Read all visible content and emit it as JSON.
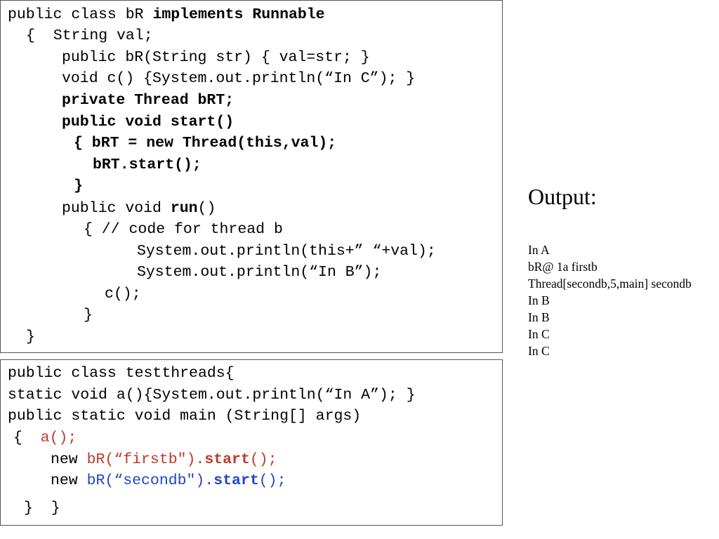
{
  "class_br": {
    "l1": {
      "a": "public class bR ",
      "b": "implements Runnable"
    },
    "l2": "{  String val;",
    "l3": "public bR(String str) { val=str; }",
    "l4": "void c() {System.out.println(“In C”); }",
    "l5": "private Thread bRT;",
    "l6": "public void start()",
    "l7": "{ bRT = new Thread(this,val);",
    "l8": "bRT.start();",
    "l9": "}",
    "l10": {
      "a": "public void ",
      "b": "run",
      "c": "()"
    },
    "l11": "{ // code for thread b",
    "l12": "System.out.println(this+” “+val);",
    "l13": "System.out.println(“In B”);",
    "l14": "c();",
    "l15": "}",
    "l16": "}"
  },
  "class_testthreads": {
    "l1": "public class testthreads{",
    "l2": "static void a(){System.out.println(“In A”); }",
    "l3": "public static void main (String[] args)",
    "l4": {
      "brace": "{  ",
      "call": "a();"
    },
    "l5": {
      "kw": "new ",
      "ctor": "bR(“firstb\")",
      "dot": ".",
      "method": "start",
      "tail": "();"
    },
    "l6": {
      "kw": "new ",
      "ctor": "bR(“secondb\")",
      "dot": ".",
      "method": "start",
      "tail": "();"
    },
    "l7": "}  }"
  },
  "output": {
    "title": "Output:",
    "lines": [
      "In A",
      "bR@ 1a firstb",
      "Thread[secondb,5,main] secondb",
      "In B",
      "In B",
      "In C",
      "In C"
    ]
  },
  "colors": {
    "red": "#c0392b",
    "blue": "#2244cc",
    "border": "#555555"
  }
}
